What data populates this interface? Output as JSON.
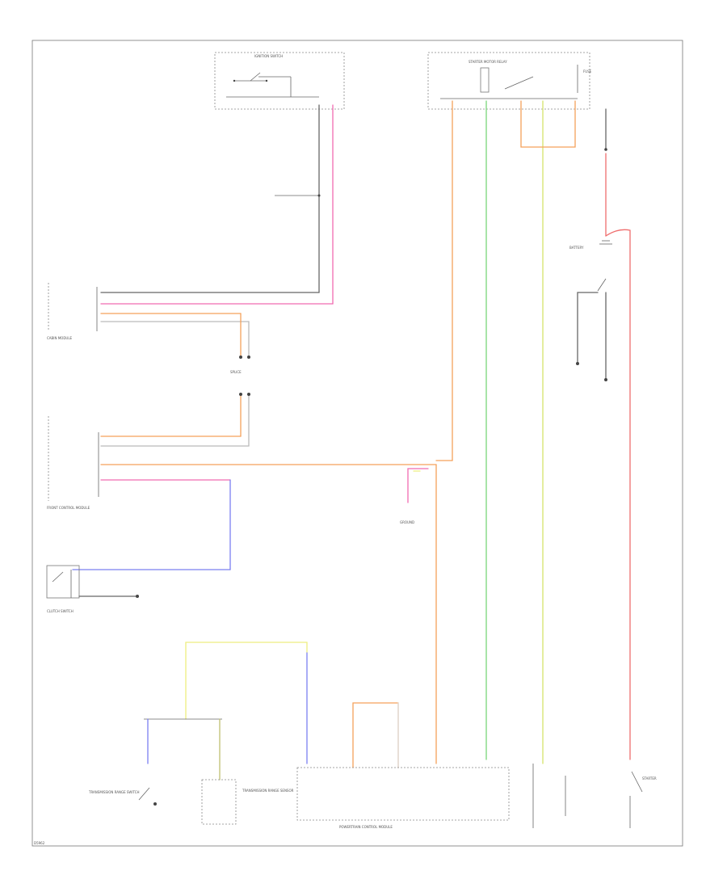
{
  "colors": {
    "black": "#555555",
    "pink": "#f06bb0",
    "gray": "#aaaaaa",
    "orange": "#f5a15a",
    "green": "#7ad67a",
    "yellow_green": "#d6e36b",
    "red": "#ef6e6e",
    "blue": "#7b7ff0",
    "yellow": "#eeee80",
    "white": "#cccccc"
  },
  "labels": {
    "ignition_switch": "IGNITION SWITCH",
    "starter_relay": "STARTER MOTOR RELAY",
    "fuse": "FUSE",
    "battery": "BATTERY",
    "starter": "STARTER",
    "cabin_module": "CABIN MODULE",
    "splice": "SPLICE",
    "front_control_module": "FRONT CONTROL MODULE",
    "clutch_switch": "CLUTCH SWITCH",
    "trans_range_switch": "TRANSMISSION RANGE SWITCH",
    "trans_range_sensor": "TRANSMISSION RANGE SENSOR",
    "pcm": "POWERTRAIN CONTROL MODULE",
    "ground": "GROUND",
    "footer": "D5962"
  }
}
